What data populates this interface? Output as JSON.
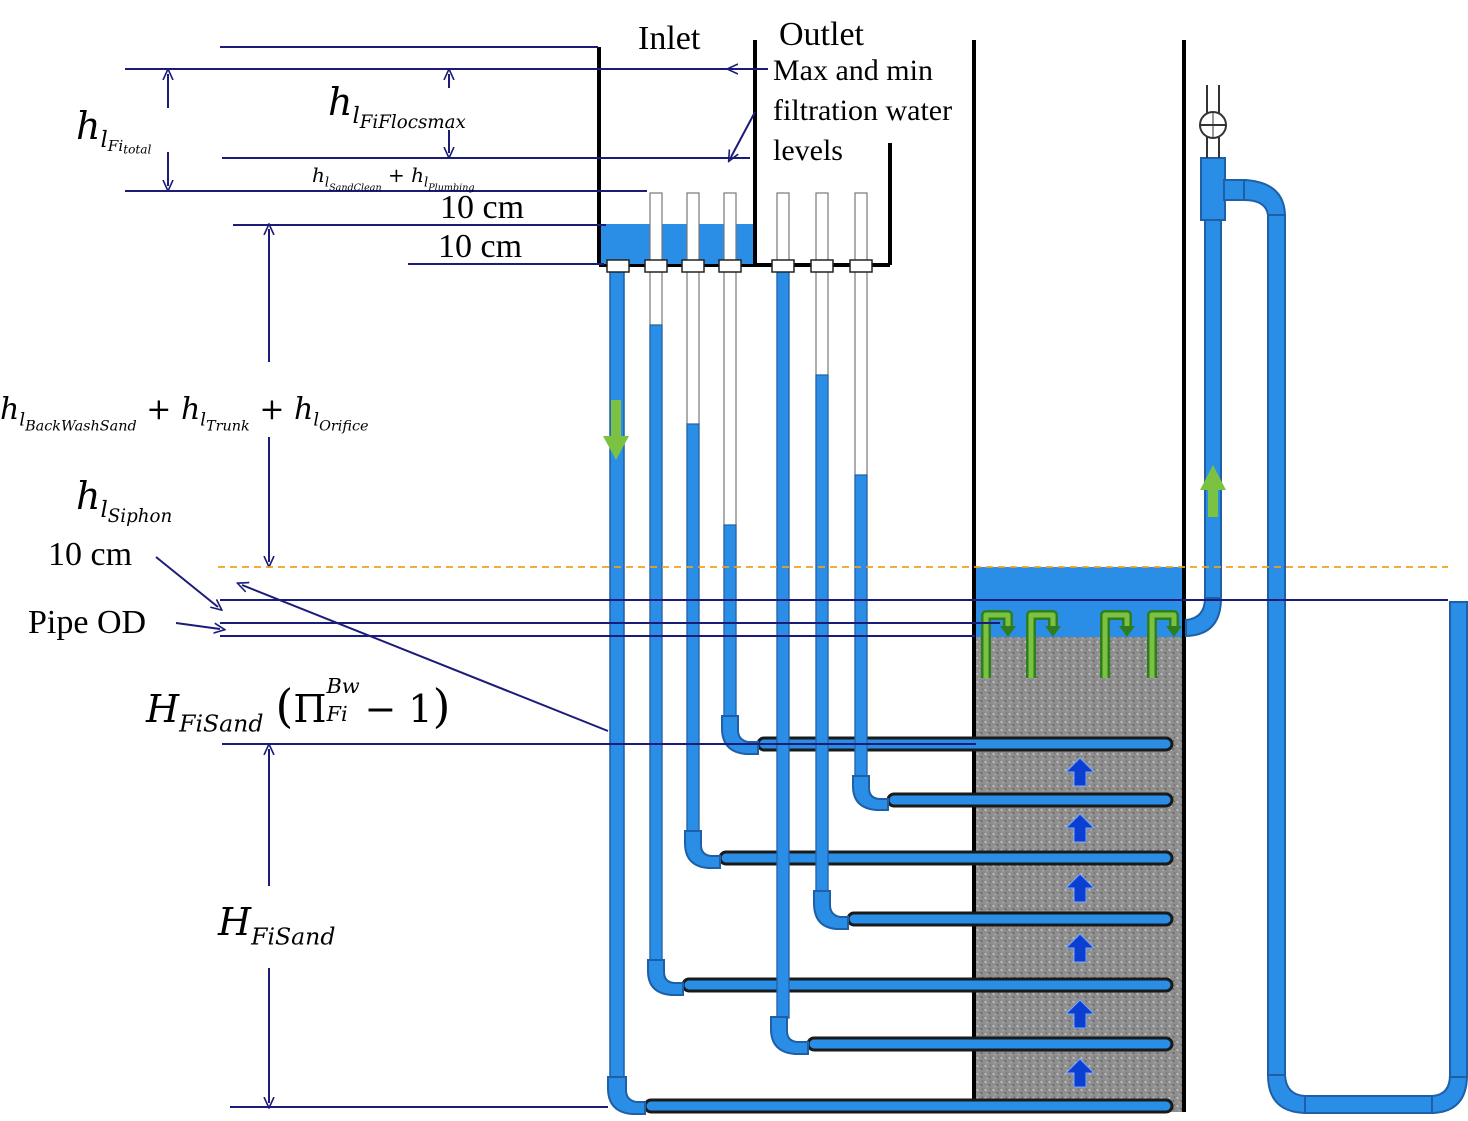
{
  "labels": {
    "inlet": "Inlet",
    "outlet": "Outlet",
    "max_min_line1": "Max and min",
    "max_min_line2": "filtration water",
    "max_min_line3": "levels",
    "ten_cm_upper": "10 cm",
    "ten_cm_lower": "10 cm",
    "ten_cm_left": "10 cm",
    "pipe_od": "Pipe OD"
  },
  "math": {
    "hl_fi_total": {
      "base": "h",
      "sub": "l",
      "subsub": "Fi",
      "subsub2": "total"
    },
    "hl_fi_flocs_max": {
      "base": "h",
      "sub": "l",
      "subsub": "FiFlocsmax"
    },
    "hl_sandclean_plumbing": {
      "a_base": "h",
      "a_sub": "l",
      "a_subsub": "SandClean",
      "op": "+",
      "b_base": "h",
      "b_sub": "l",
      "b_subsub": "Plumbing"
    },
    "hl_backwash_trunk_orifice": {
      "a": "BackWashSand",
      "b": "Trunk",
      "c": "Orifice",
      "op": "+",
      "base": "h",
      "sub": "l"
    },
    "hl_siphon": {
      "base": "h",
      "sub": "l",
      "subsub": "Siphon"
    },
    "h_fisand_pi": {
      "base": "H",
      "sub": "FiSand",
      "pi": "Π",
      "pi_sup": "Bw",
      "pi_sub": "Fi",
      "minus_one": "− 1"
    },
    "h_fisand": {
      "base": "H",
      "sub": "FiSand"
    }
  },
  "colors": {
    "water": "#2b8ee6",
    "pipe": "#3399ff",
    "pipe_dark": "#1f5fa8",
    "dimension_line": "#1b1b7a",
    "wall": "#000000",
    "sand": "#8c8c8c",
    "green_arrow": "#7cc242",
    "dark_green": "#2e7d20",
    "blue_arrow": "#0b3fd1",
    "dashed_line": "#f0a020"
  },
  "icons": {
    "down_flow": "green-down-arrow-icon",
    "up_flow": "green-up-arrow-icon",
    "valve": "valve-icon",
    "sand_flow": "blue-up-arrow-icon"
  }
}
